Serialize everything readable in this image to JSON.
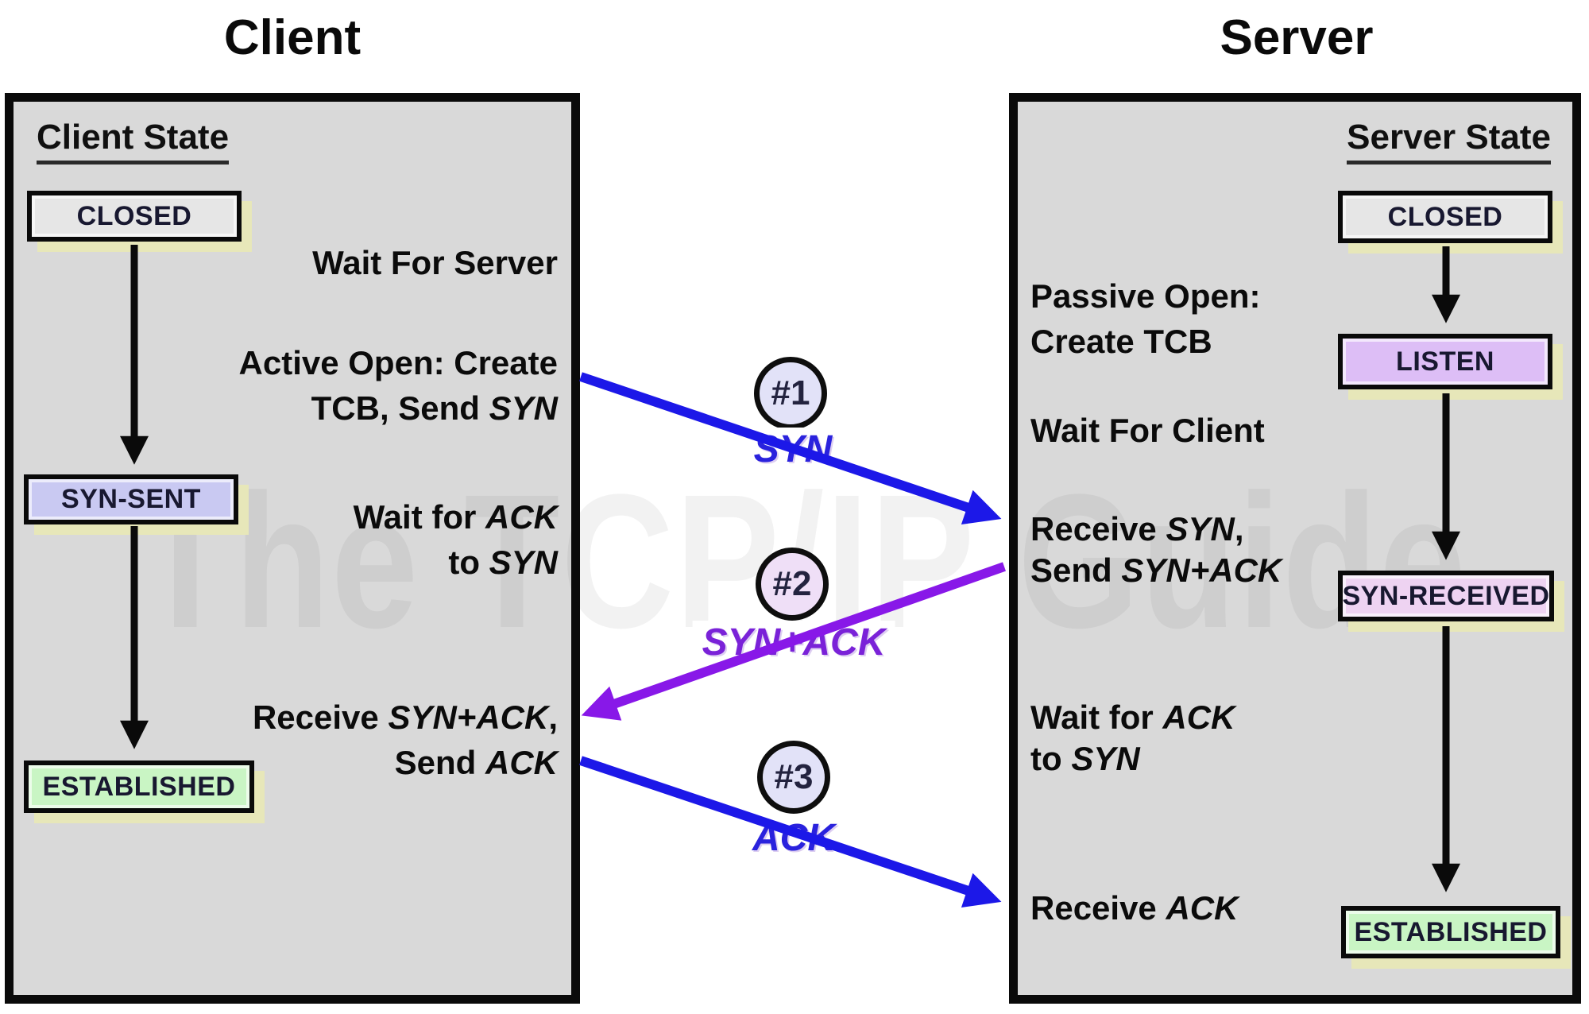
{
  "watermark": "The TCP/IP Guide",
  "colors": {
    "panel_fill": "#d9d9d9",
    "box_shadow": "#e7e7b9",
    "arrow_blue": "#1c18e8",
    "arrow_purple": "#8818e8",
    "arrow_black": "#0a0a0a"
  },
  "client": {
    "title": "Client",
    "state_header": "Client State",
    "states": [
      {
        "label": "CLOSED",
        "color": "#e6e6e6"
      },
      {
        "label": "SYN-SENT",
        "color": "#c9c9f2"
      },
      {
        "label": "ESTABLISHED",
        "color": "#c9f5c4"
      }
    ],
    "annotations": [
      "Wait For Server",
      "Active Open: Create\nTCB, Send *SYN*",
      "Wait for *ACK*\nto *SYN*",
      "Receive *SYN+ACK*,\nSend *ACK*"
    ]
  },
  "server": {
    "title": "Server",
    "state_header": "Server State",
    "states": [
      {
        "label": "CLOSED",
        "color": "#e6e6e6"
      },
      {
        "label": "LISTEN",
        "color": "#ddbef6"
      },
      {
        "label": "SYN-RECEIVED",
        "color": "#eed3f2"
      },
      {
        "label": "ESTABLISHED",
        "color": "#c9f5c4"
      }
    ],
    "annotations": [
      "Passive Open:\nCreate TCB",
      "Wait For Client",
      "Receive *SYN*,\nSend *SYN+ACK*",
      "Wait for *ACK*\nto *SYN*",
      "Receive *ACK*"
    ]
  },
  "messages": [
    {
      "number": "#1",
      "label": "SYN",
      "color": "#2a22dd",
      "circle_fill": "#e2e2f8"
    },
    {
      "number": "#2",
      "label": "SYN+ACK",
      "color": "#7a22d8",
      "circle_fill": "#efdff7"
    },
    {
      "number": "#3",
      "label": "ACK",
      "color": "#2a22dd",
      "circle_fill": "#e2e2f8"
    }
  ]
}
